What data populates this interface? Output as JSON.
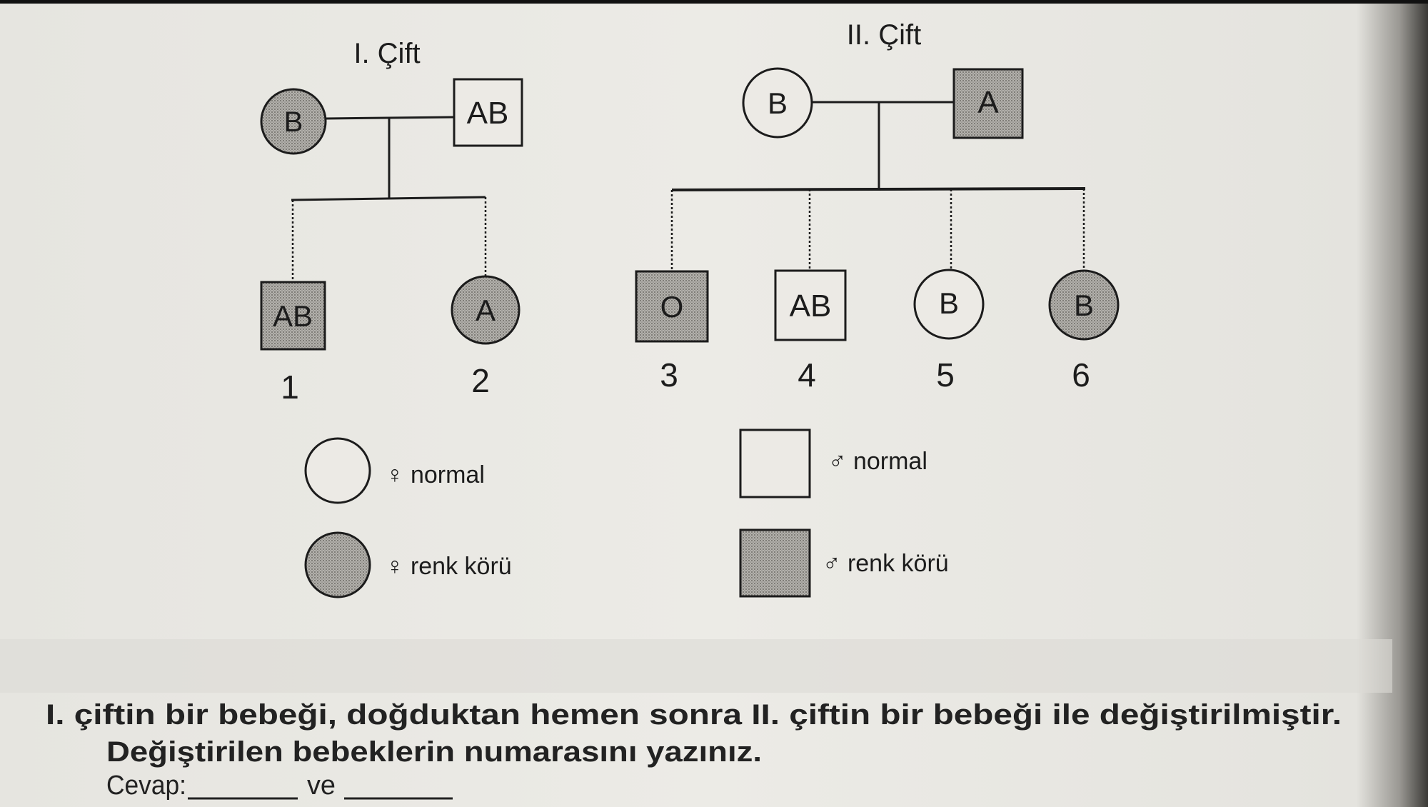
{
  "couple1": {
    "title": "I. Çift",
    "mother": {
      "blood_type": "B",
      "status": "renk körü"
    },
    "father": {
      "blood_type": "AB",
      "status": "normal"
    },
    "children": [
      {
        "number": "1",
        "sex": "male",
        "blood_type": "AB",
        "status": "renk körü"
      },
      {
        "number": "2",
        "sex": "female",
        "blood_type": "A",
        "status": "renk körü"
      }
    ]
  },
  "couple2": {
    "title": "II. Çift",
    "mother": {
      "blood_type": "B",
      "status": "normal"
    },
    "father": {
      "blood_type": "A",
      "status": "renk körü"
    },
    "children": [
      {
        "number": "3",
        "sex": "male",
        "blood_type": "O",
        "status": "renk körü"
      },
      {
        "number": "4",
        "sex": "male",
        "blood_type": "AB",
        "status": "normal"
      },
      {
        "number": "5",
        "sex": "female",
        "blood_type": "B",
        "status": "normal"
      },
      {
        "number": "6",
        "sex": "female",
        "blood_type": "B",
        "status": "renk körü"
      }
    ]
  },
  "legend": {
    "female_normal": "♀ normal",
    "female_colorblind": "♀ renk körü",
    "male_normal": "♂ normal",
    "male_colorblind": "♂ renk körü"
  },
  "question": {
    "line1": "I. çiftin bir bebeği, doğduktan hemen sonra II. çiftin bir bebeği ile değiştirilmiştir.",
    "line2": "Değiştirilen bebeklerin numarasını yazınız.",
    "answer_label": "Cevap:",
    "answer_joiner": "ve"
  },
  "colors": {
    "paper": "#e8e7e2",
    "ink": "#1c1c1c",
    "shade": "#a6a4a0"
  }
}
